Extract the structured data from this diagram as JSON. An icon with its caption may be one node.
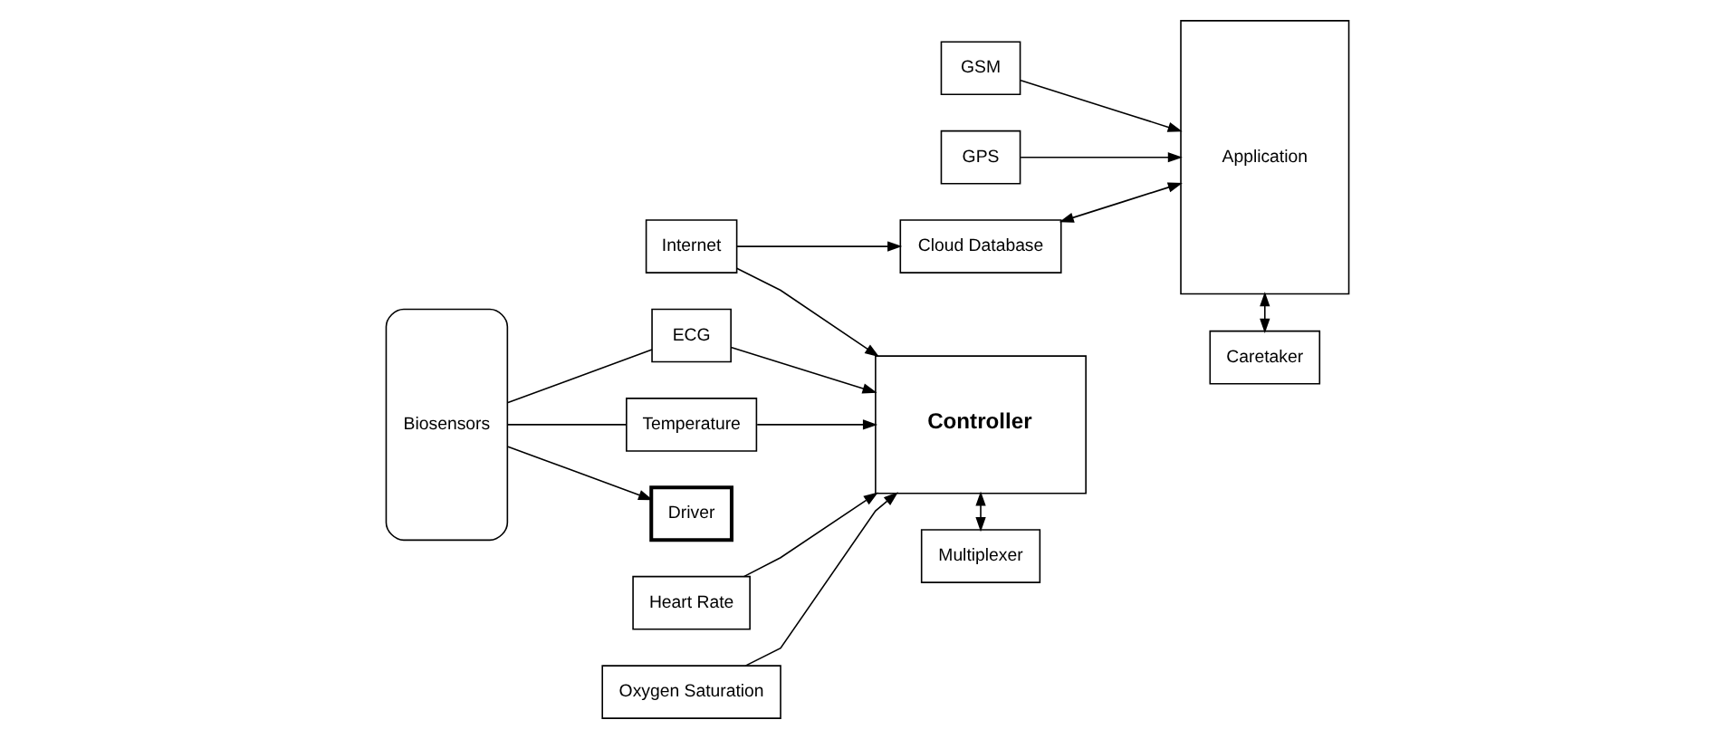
{
  "diagram": {
    "nodes": [
      {
        "text": [
          "Cloud Database"
        ]
      },
      {
        "text": [
          "ECG"
        ]
      },
      {
        "text": [
          "Internet"
        ]
      },
      {
        "text": [
          "Biosensors"
        ]
      },
      {
        "text": [
          "Heart Rate"
        ]
      },
      {
        "text": [
          "Controller"
        ]
      },
      {
        "text": [
          "GSM"
        ]
      },
      {
        "text": [
          "Application"
        ]
      },
      {
        "text": [
          "Oxygen Saturation"
        ]
      },
      {
        "text": [
          "GPS"
        ]
      },
      {
        "text": [
          "Temperature"
        ]
      },
      {
        "text": [
          "Multiplexer"
        ]
      },
      {
        "text": [
          "Driver"
        ]
      },
      {
        "text": [
          "Caretaker"
        ]
      }
    ],
    "edges": [
      {
        "from": 3,
        "to": 1,
        "arrow": "none"
      },
      {
        "from": 3,
        "to": 10,
        "arrow": "none"
      },
      {
        "from": 3,
        "to": 12,
        "arrow": "to"
      },
      {
        "from": 1,
        "to": 5,
        "arrow": "to"
      },
      {
        "from": 4,
        "to": 5,
        "arrow": "to"
      },
      {
        "from": 8,
        "to": 5,
        "arrow": "to"
      },
      {
        "from": 10,
        "to": 5,
        "arrow": "to"
      },
      {
        "from": 2,
        "to": 0,
        "arrow": "to"
      },
      {
        "from": 2,
        "to": 5,
        "arrow": "to"
      },
      {
        "from": 5,
        "to": 11,
        "arrow": "both"
      },
      {
        "from": 0,
        "to": 7,
        "arrow": "both"
      },
      {
        "from": 6,
        "to": 7,
        "arrow": "to"
      },
      {
        "from": 9,
        "to": 7,
        "arrow": "to"
      },
      {
        "from": 7,
        "to": 13,
        "arrow": "both"
      }
    ]
  }
}
